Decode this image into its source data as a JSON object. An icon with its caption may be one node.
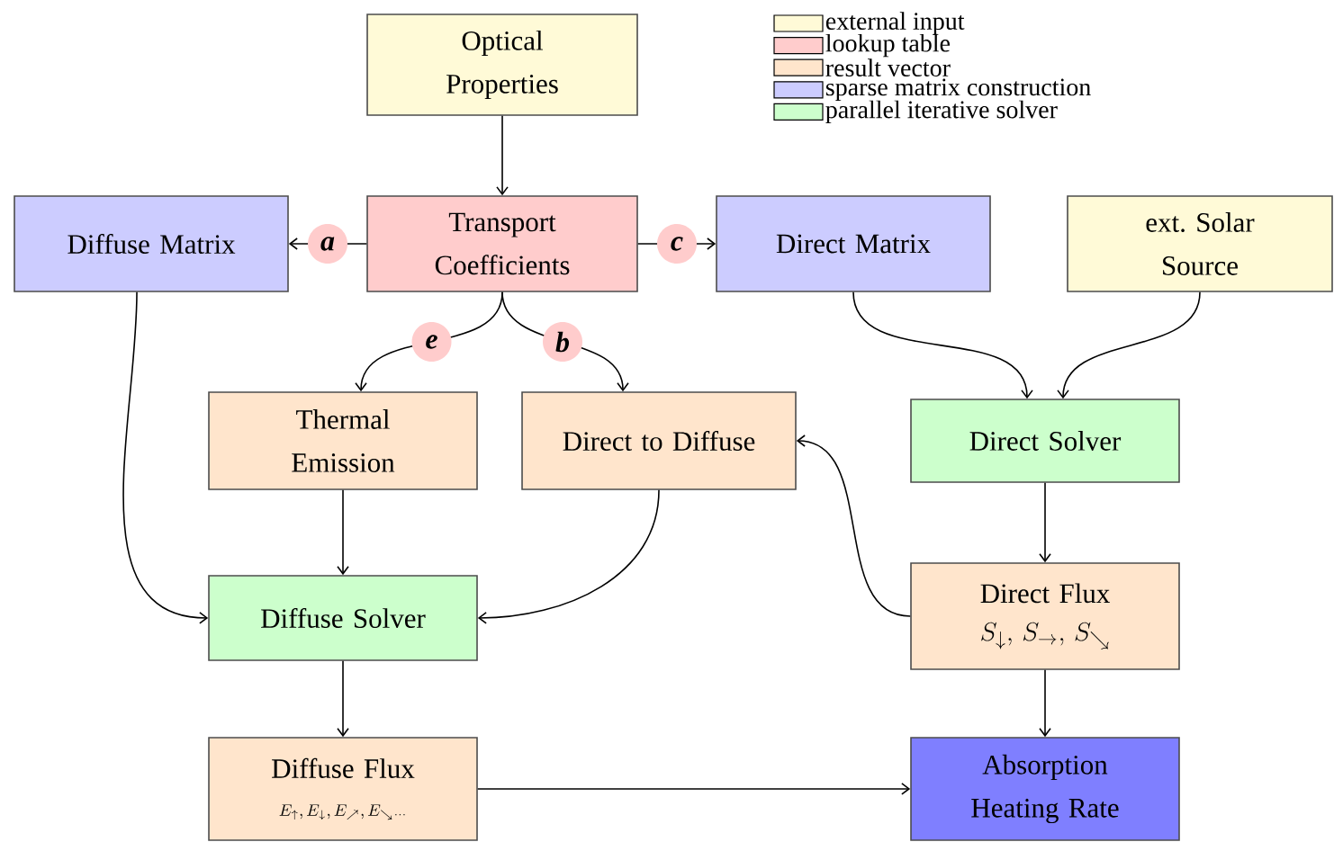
{
  "diagram": {
    "nodes": [
      {
        "text": [
          "Optical Properties"
        ]
      },
      {
        "text": [
          "Diffuse Matrix"
        ]
      },
      {
        "text": [
          "Transport Coefficients"
        ]
      },
      {
        "text": [
          "Direct Matrix"
        ]
      },
      {
        "text": [
          "ext. Solar Source"
        ]
      },
      {
        "text": [
          "Thermal Emission"
        ]
      },
      {
        "text": [
          "Direct to Diffuse"
        ]
      },
      {
        "text": [
          "Direct Solver"
        ]
      },
      {
        "text": [
          "Diffuse Solver"
        ]
      },
      {
        "text": [
          "Direct Flux",
          "S_\\downarrow,\\, S_\\rightarrow,\\, S_\\searrow"
        ]
      },
      {
        "text": [
          "Diffuse Flux",
          "E_\\uparrow, E_\\downarrow, E_\\nearrow, E_\\searrow{}_{\\cdots}"
        ]
      },
      {
        "text": [
          "Absorption Heating Rate"
        ]
      }
    ],
    "edges": [
      {
        "from": 0,
        "to": 2,
        "arrow": "to"
      },
      {
        "from": 2,
        "to": 1,
        "arrow": "to",
        "label": "a"
      },
      {
        "from": 2,
        "to": 3,
        "arrow": "to",
        "label": "c"
      },
      {
        "from": 2,
        "to": 5,
        "arrow": "to",
        "label": "e"
      },
      {
        "from": 2,
        "to": 6,
        "arrow": "to",
        "label": "b"
      },
      {
        "from": 3,
        "to": 7,
        "arrow": "to"
      },
      {
        "from": 4,
        "to": 7,
        "arrow": "to"
      },
      {
        "from": 1,
        "to": 8,
        "arrow": "to"
      },
      {
        "from": 5,
        "to": 8,
        "arrow": "to"
      },
      {
        "from": 6,
        "to": 8,
        "arrow": "to"
      },
      {
        "from": 7,
        "to": 9,
        "arrow": "to"
      },
      {
        "from": 9,
        "to": 6,
        "arrow": "to"
      },
      {
        "from": 9,
        "to": 11,
        "arrow": "to"
      },
      {
        "from": 8,
        "to": 10,
        "arrow": "to"
      },
      {
        "from": 10,
        "to": 11,
        "arrow": "to"
      }
    ],
    "legend": [
      {
        "text": "external input",
        "color": "#fffad7"
      },
      {
        "text": "lookup table",
        "color": "#ffcccc"
      },
      {
        "text": "result vector",
        "color": "#ffe5cc"
      },
      {
        "text": "sparse matrix construction",
        "color": "#ccccff"
      },
      {
        "text": "parallel iterative solver",
        "color": "#ccffcc"
      }
    ]
  }
}
